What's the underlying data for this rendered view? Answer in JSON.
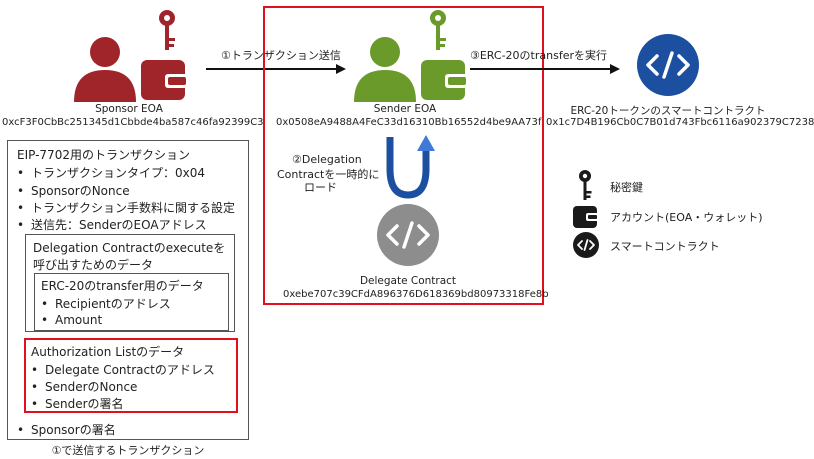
{
  "colors": {
    "sponsor": "#a0252a",
    "sender": "#6a9a2a",
    "contract_blue": "#1c4fa0",
    "delegate_gray": "#8d8d8d",
    "legend_dark": "#1a1a1a",
    "red_frame": "#e0101e",
    "arrow_blue": "#3f7ad6"
  },
  "sponsor": {
    "label": "Sponsor EOA",
    "address": "0xcF3F0CbBc251345d1Cbbde4ba587c46fa92399C3",
    "icons": [
      "person-icon",
      "wallet-icon",
      "key-icon"
    ]
  },
  "sender": {
    "label": "Sender EOA",
    "address": "0x0508eA9488A4FeC33d16310Bb16552d4be9AA73f",
    "icons": [
      "person-icon",
      "wallet-icon",
      "key-icon"
    ]
  },
  "erc20": {
    "label": "ERC-20トークンのスマートコントラクト",
    "address": "0x1c7D4B196Cb0C7B01d743Fbc6116a902379C7238",
    "icon": "code-icon"
  },
  "delegate": {
    "label": "Delegate Contract",
    "address": "0xebe707c39CFdA896376D618369bd80973318Fe8b",
    "icon": "code-icon"
  },
  "arrows": {
    "step1": "①トランザクション送信",
    "step2_line1": "②Delegation",
    "step2_line2": "Contractを一時的に",
    "step2_line3": "ロード",
    "step3": "③ERC-20のtransferを実行"
  },
  "legend": [
    {
      "icon": "key-icon",
      "label": "秘密鍵"
    },
    {
      "icon": "wallet-icon",
      "label": "アカウント(EOA・ウォレット)"
    },
    {
      "icon": "code-icon",
      "label": "スマートコントラクト"
    }
  ],
  "tx": {
    "title": "EIP-7702用のトランザクション",
    "items": [
      "トランザクションタイプ：0x04",
      "SponsorのNonce",
      "トランザクション手数料に関する設定",
      "送信先：SenderのEOAアドレス"
    ],
    "delegation": {
      "title_line1": "Delegation Contractのexecuteを",
      "title_line2": "呼び出すためのデータ",
      "transfer": {
        "title": "ERC-20のtransfer用のデータ",
        "items": [
          "Recipientのアドレス",
          "Amount"
        ]
      }
    },
    "authorization": {
      "title": "Authorization Listのデータ",
      "items": [
        "Delegate Contractのアドレス",
        "SenderのNonce",
        "Senderの署名"
      ]
    },
    "footer_item": "Sponsorの署名",
    "caption": "①で送信するトランザクション"
  }
}
